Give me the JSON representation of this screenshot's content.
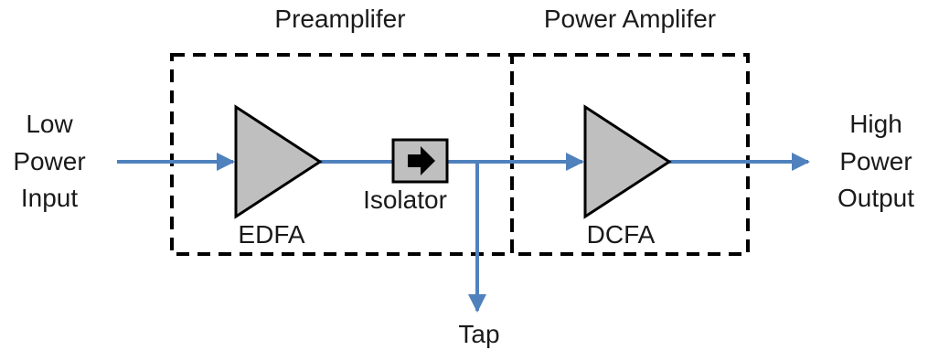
{
  "stages": {
    "preamp_title": "Preamplifer",
    "power_amp_title": "Power Amplifer"
  },
  "input": {
    "line1": "Low",
    "line2": "Power",
    "line3": "Input"
  },
  "output": {
    "line1": "High",
    "line2": "Power",
    "line3": "Output"
  },
  "components": {
    "edfa": "EDFA",
    "isolator": "Isolator",
    "dcfa": "DCFA"
  },
  "tap": "Tap",
  "colors": {
    "signal_line": "#4f81bd",
    "amplifier_fill": "#bfbfbf",
    "isolator_fill": "#bfbfbf",
    "outline": "#000000"
  }
}
